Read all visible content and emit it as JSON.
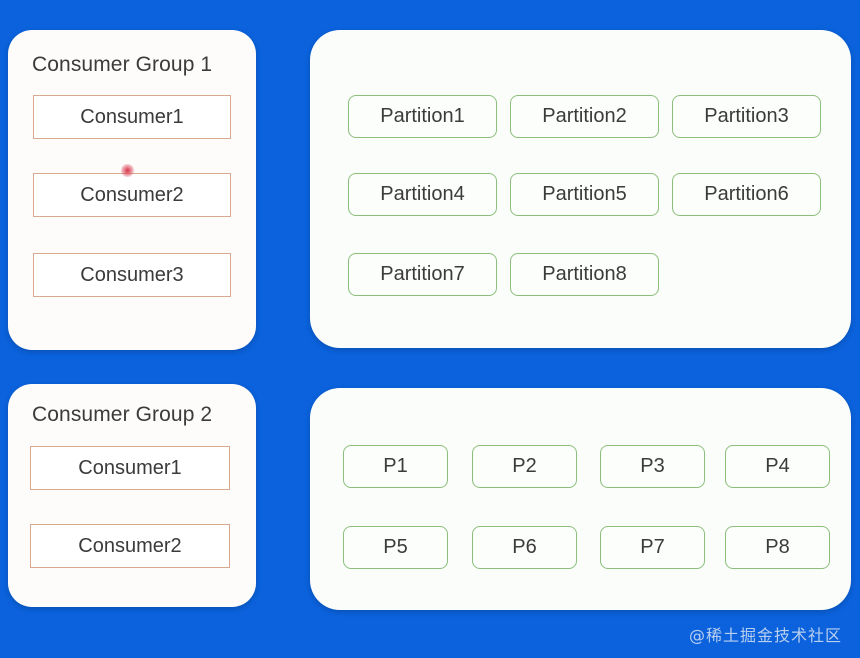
{
  "background_color": "#0b62dc",
  "consumer_border_color": "#d9a98f",
  "partition_border_color": "#8cbf7c",
  "text_color": "#3b3b3b",
  "consumer_group_1": {
    "title": "Consumer Group 1",
    "consumers": [
      "Consumer1",
      "Consumer2",
      "Consumer3"
    ]
  },
  "consumer_group_2": {
    "title": "Consumer Group 2",
    "consumers": [
      "Consumer1",
      "Consumer2"
    ]
  },
  "partitions_panel": {
    "rows": [
      [
        "Partition1",
        "Partition2",
        "Partition3"
      ],
      [
        "Partition4",
        "Partition5",
        "Partition6"
      ],
      [
        "Partition7",
        "Partition8"
      ]
    ]
  },
  "partitions_short_panel": {
    "rows": [
      [
        "P1",
        "P2",
        "P3",
        "P4"
      ],
      [
        "P5",
        "P6",
        "P7",
        "P8"
      ]
    ]
  },
  "watermark": "@稀土掘金技术社区"
}
